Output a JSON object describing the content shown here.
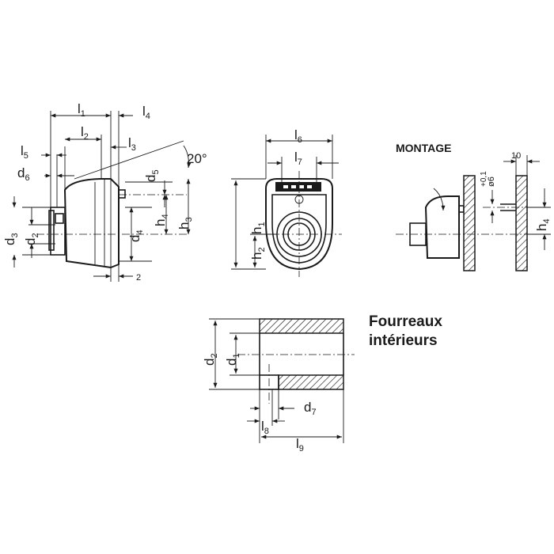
{
  "labels": {
    "l1": {
      "base": "l",
      "sub": "1"
    },
    "l2": {
      "base": "l",
      "sub": "2"
    },
    "l3": {
      "base": "l",
      "sub": "3"
    },
    "l4": {
      "base": "l",
      "sub": "4"
    },
    "l5": {
      "base": "l",
      "sub": "5"
    },
    "l6": {
      "base": "l",
      "sub": "6"
    },
    "l7": {
      "base": "l",
      "sub": "7"
    },
    "l8": {
      "base": "l",
      "sub": "8"
    },
    "l9": {
      "base": "l",
      "sub": "9"
    },
    "d1": {
      "base": "d",
      "sub": "1"
    },
    "d2": {
      "base": "d",
      "sub": "2"
    },
    "d3": {
      "base": "d",
      "sub": "3"
    },
    "d4": {
      "base": "d",
      "sub": "4"
    },
    "d5": {
      "base": "d",
      "sub": "5"
    },
    "d6": {
      "base": "d",
      "sub": "6"
    },
    "d7": {
      "base": "d",
      "sub": "7"
    },
    "h1": {
      "base": "h",
      "sub": "1"
    },
    "h2": {
      "base": "h",
      "sub": "2"
    },
    "h3": {
      "base": "h",
      "sub": "3"
    },
    "h4": {
      "base": "h",
      "sub": "4"
    },
    "h4_mount": {
      "base": "h",
      "sub": "4"
    },
    "d1_sleeve": {
      "base": "d",
      "sub": "1"
    },
    "d2_sleeve": {
      "base": "d",
      "sub": "2"
    }
  },
  "angle_label": "20°",
  "gap_value": "2",
  "montage": {
    "title": "MONTAGE",
    "dim_10": "10",
    "hole": "ø6",
    "tolerance": "+0,1"
  },
  "sleeve_title": {
    "line1": "Fourreaux",
    "line2": "intérieurs"
  }
}
